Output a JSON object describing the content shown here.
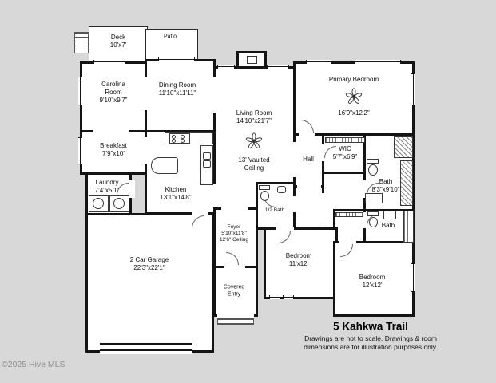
{
  "palette": {
    "background": "#d8d8d8",
    "wall": "#141414",
    "watermark_gray": "#8f8f8f"
  },
  "watermark": "©2025 Hive MLS",
  "footer": {
    "title": "5 Kahkwa Trail",
    "disclaimer_line1": "Drawings are not to scale. Drawings & room",
    "disclaimer_line2": "dimensions are for illustration purposes only."
  },
  "rooms": {
    "deck": {
      "name": "Deck",
      "dims": "10'x7'"
    },
    "patio": {
      "name": "Patio"
    },
    "carolina_room": {
      "name": "Carolina Room",
      "dims": "9'10\"x9'7\""
    },
    "dining_room": {
      "name": "Dining Room",
      "dims": "11'10\"x11'11\""
    },
    "primary_bedroom": {
      "name": "Primary Bedroom",
      "dims": "16'9\"x12'2\""
    },
    "living_room": {
      "name": "Living Room",
      "dims": "14'10\"x21'7\"",
      "note": "13' Vaulted Ceiling"
    },
    "breakfast": {
      "name": "Breakfast",
      "dims": "7'9\"x10'"
    },
    "hall": {
      "name": "Hall"
    },
    "wic": {
      "name": "WIC",
      "dims": "5'7\"x6'9\""
    },
    "bath_primary": {
      "name": "Bath",
      "dims": "8'3\"x9'10\""
    },
    "laundry": {
      "name": "Laundry",
      "dims": "7'4\"x5'1\""
    },
    "kitchen": {
      "name": "Kitchen",
      "dims": "13'1\"x14'8\""
    },
    "half_bath": {
      "name": "1/2 Bath"
    },
    "foyer": {
      "name": "Foyer",
      "dims": "5'10\"x11'8\"",
      "note": "12'6\" Ceiling"
    },
    "garage": {
      "name": "2 Car Garage",
      "dims": "22'3\"x22'1\""
    },
    "bedroom_2": {
      "name": "Bedroom",
      "dims": "11'x12'"
    },
    "covered_entry": {
      "name": "Covered Entry"
    },
    "bath_2": {
      "name": "Bath"
    },
    "bedroom_3": {
      "name": "Bedroom",
      "dims": "12'x12'"
    }
  }
}
